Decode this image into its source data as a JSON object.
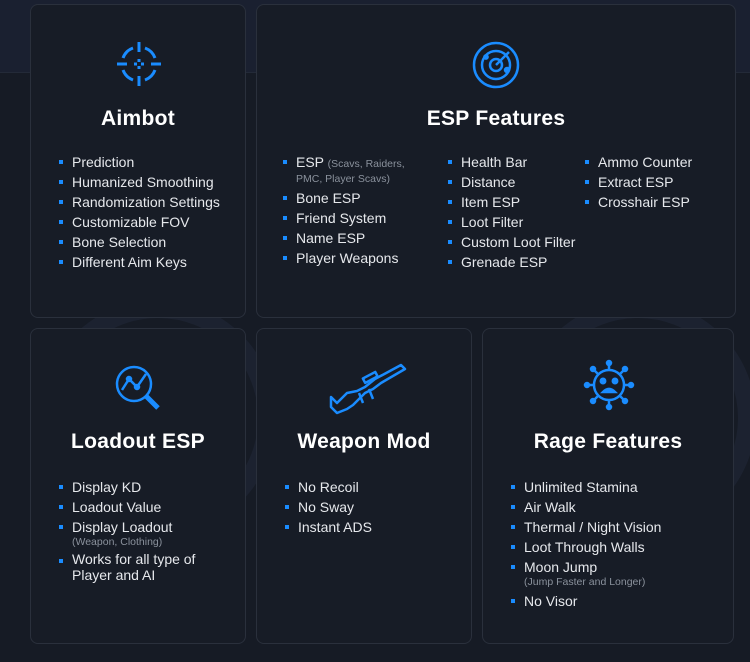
{
  "colors": {
    "accent": "#1a8cff",
    "card_bg": "#171c26",
    "page_bg": "#161b25",
    "text": "#e6e8ec",
    "muted": "#8a919c"
  },
  "aimbot": {
    "icon": "crosshair-icon",
    "title": "Aimbot",
    "items": [
      "Prediction",
      "Humanized Smoothing",
      "Randomization Settings",
      "Customizable FOV",
      "Bone Selection",
      "Different Aim Keys"
    ]
  },
  "esp": {
    "icon": "radar-icon",
    "title": "ESP Features",
    "col1": {
      "esp_label": "ESP",
      "esp_note": "(Scavs, Raiders,",
      "esp_note2": "PMC, Player Scavs)",
      "items": [
        "Bone ESP",
        "Friend System",
        "Name ESP",
        "Player Weapons"
      ]
    },
    "col2": {
      "items": [
        "Health Bar",
        "Distance",
        "Item ESP",
        "Loot Filter",
        "Custom Loot Filter",
        "Grenade ESP"
      ]
    },
    "col3": {
      "items": [
        "Ammo Counter",
        "Extract ESP",
        "Crosshair ESP"
      ]
    }
  },
  "loadout": {
    "icon": "magnifier-chart-icon",
    "title": "Loadout ESP",
    "items": [
      "Display KD",
      "Loadout Value",
      "Display Loadout"
    ],
    "display_loadout_note": "(Weapon, Clothing)",
    "works_line1": "Works for all type of",
    "works_line2": "Player and AI"
  },
  "weapon": {
    "icon": "rifle-icon",
    "title": "Weapon Mod",
    "items": [
      "No Recoil",
      "No Sway",
      "Instant ADS"
    ]
  },
  "rage": {
    "icon": "virus-face-icon",
    "title": "Rage Features",
    "items": [
      "Unlimited Stamina",
      "Air Walk",
      "Thermal / Night Vision",
      "Loot Through Walls",
      "Moon Jump"
    ],
    "moon_jump_note": "(Jump Faster and Longer)",
    "last_item": "No Visor"
  }
}
